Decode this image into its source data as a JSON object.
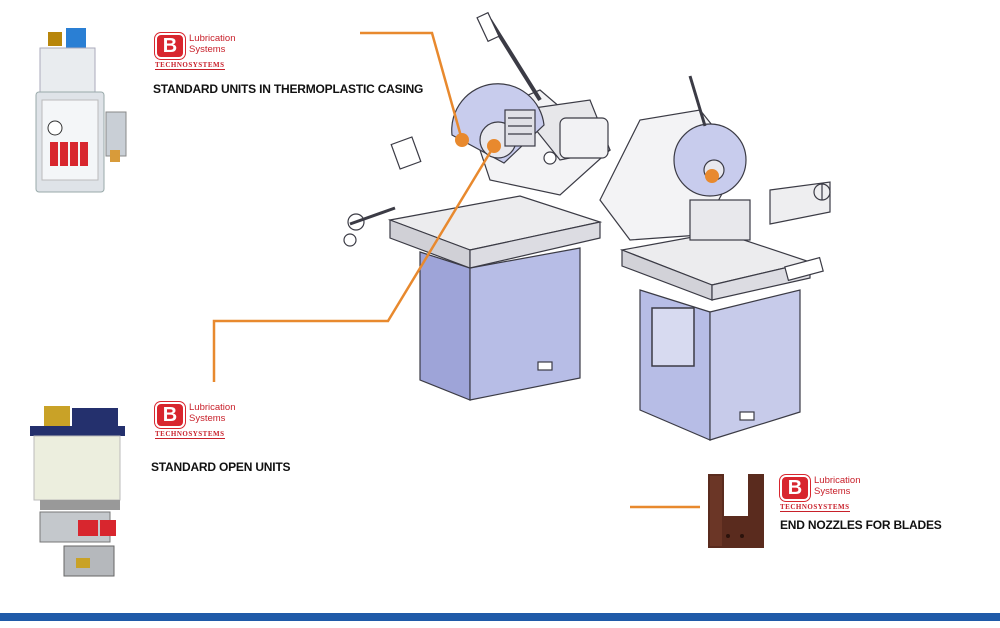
{
  "brand": {
    "name_line1": "Lubrication",
    "name_line2": "Systems",
    "sub": "TECHNOSYSTEMS"
  },
  "sections": [
    {
      "id": "thermoplastic",
      "caption": "STANDARD UNITS IN THERMOPLASTIC CASING"
    },
    {
      "id": "open",
      "caption": "STANDARD OPEN UNITS"
    },
    {
      "id": "nozzles",
      "caption": "END NOZZLES FOR BLADES"
    }
  ],
  "colors": {
    "callout_orange": "#e8892e",
    "machine_base": "#b7bde6",
    "brand_red": "#d8262e",
    "footer_blue": "#1f5aa8"
  }
}
